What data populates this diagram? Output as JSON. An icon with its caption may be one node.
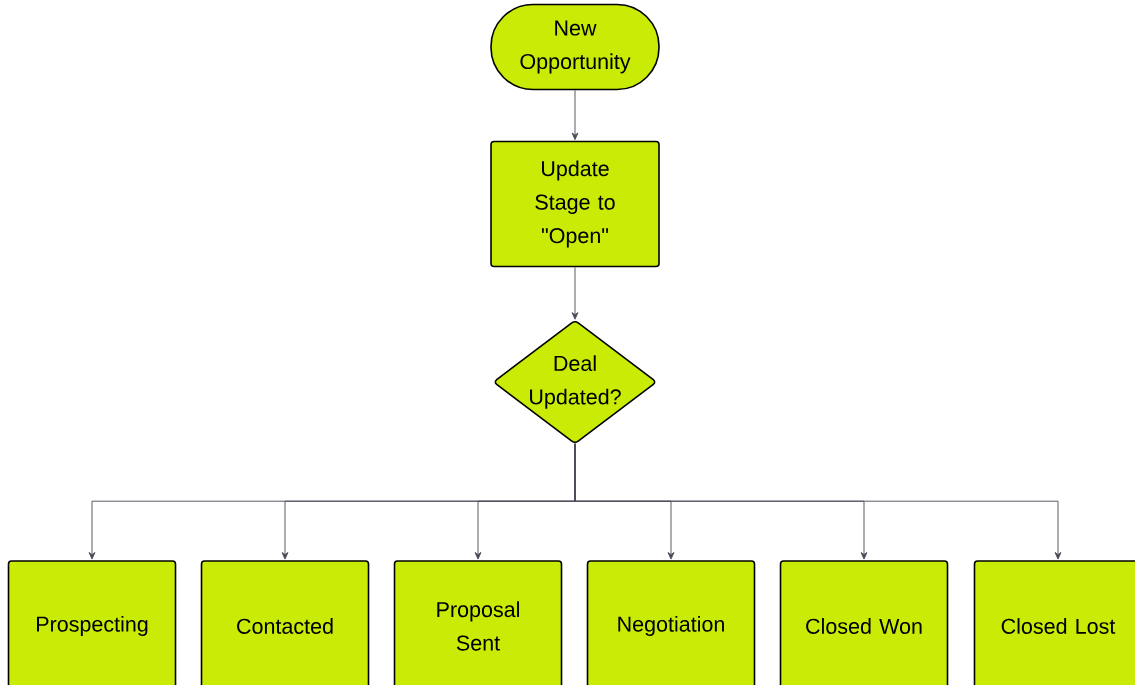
{
  "diagram": {
    "nodes": [
      {
        "text": [
          "New Opportunity"
        ]
      },
      {
        "text": [
          "Update Stage to \"Open\""
        ]
      },
      {
        "text": [
          "Deal Updated?"
        ]
      },
      {
        "text": [
          "Prospecting"
        ]
      },
      {
        "text": [
          "Contacted"
        ]
      },
      {
        "text": [
          "Proposal Sent"
        ]
      },
      {
        "text": [
          "Negotiation"
        ]
      },
      {
        "text": [
          "Closed Won"
        ]
      },
      {
        "text": [
          "Closed Lost"
        ]
      }
    ],
    "edges": [
      {
        "from": 0,
        "to": 1,
        "arrow": "to"
      },
      {
        "from": 1,
        "to": 2,
        "arrow": "to"
      },
      {
        "from": 2,
        "to": 3,
        "arrow": "to"
      },
      {
        "from": 2,
        "to": 4,
        "arrow": "to"
      },
      {
        "from": 2,
        "to": 5,
        "arrow": "to"
      },
      {
        "from": 2,
        "to": 6,
        "arrow": "to"
      },
      {
        "from": 2,
        "to": 7,
        "arrow": "to"
      },
      {
        "from": 2,
        "to": 8,
        "arrow": "to"
      }
    ]
  }
}
